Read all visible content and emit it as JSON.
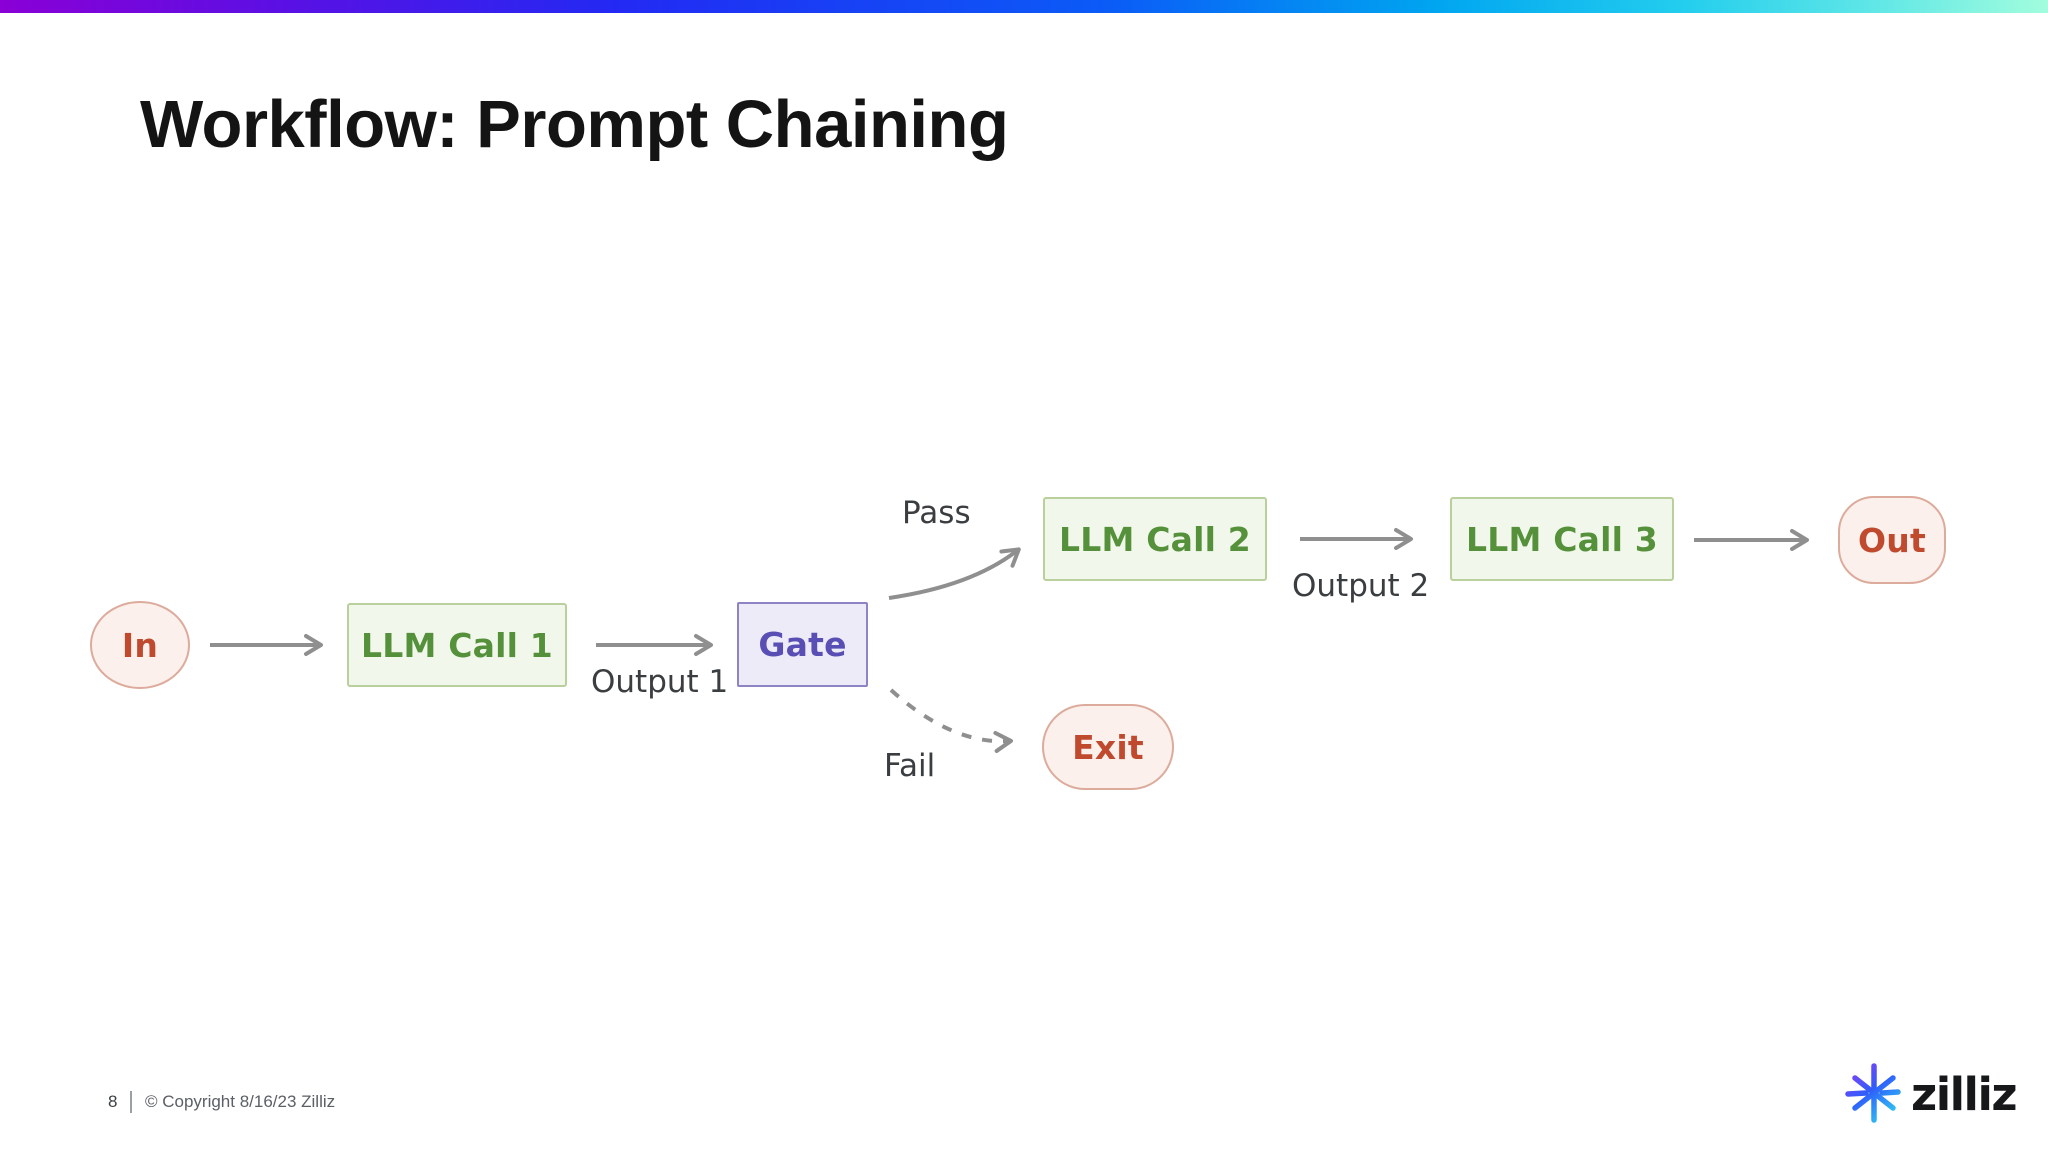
{
  "slide": {
    "title": "Workflow: Prompt Chaining",
    "page_number": "8",
    "copyright": "© Copyright 8/16/23 Zilliz",
    "brand_wordmark": "zilliz"
  },
  "palette": {
    "accent_gradient": [
      "#8a00d6",
      "#2329f3",
      "#0b5bf7",
      "#00a5f0",
      "#22cdee",
      "#a2fddd"
    ],
    "process_fill": "#f1f7eb",
    "process_border": "#b9d09c",
    "process_text": "#55903a",
    "gate_fill": "#edebf8",
    "gate_border": "#8d84c6",
    "gate_text": "#584eb4",
    "terminal_fill": "#fbf0ec",
    "terminal_border": "#dcab9c",
    "terminal_text": "#bf4a2e",
    "arrow": "#8f8f8f",
    "edge_label_text": "#3b3e41"
  },
  "diagram": {
    "nodes": [
      {
        "id": "in",
        "label": "In",
        "shape": "circle",
        "role": "input"
      },
      {
        "id": "llm-call-1",
        "label": "LLM Call 1",
        "shape": "rect",
        "role": "process"
      },
      {
        "id": "gate",
        "label": "Gate",
        "shape": "rect",
        "role": "gate"
      },
      {
        "id": "llm-call-2",
        "label": "LLM Call 2",
        "shape": "rect",
        "role": "process"
      },
      {
        "id": "llm-call-3",
        "label": "LLM Call 3",
        "shape": "rect",
        "role": "process"
      },
      {
        "id": "out",
        "label": "Out",
        "shape": "stadium",
        "role": "output"
      },
      {
        "id": "exit",
        "label": "Exit",
        "shape": "stadium",
        "role": "output"
      }
    ],
    "edges": [
      {
        "from": "In",
        "to": "LLM Call 1",
        "label": "",
        "style": "solid"
      },
      {
        "from": "LLM Call 1",
        "to": "Gate",
        "label": "Output 1",
        "style": "solid"
      },
      {
        "from": "Gate",
        "to": "LLM Call 2",
        "label": "Pass",
        "style": "solid-curved"
      },
      {
        "from": "Gate",
        "to": "Exit",
        "label": "Fail",
        "style": "dashed-curved"
      },
      {
        "from": "LLM Call 2",
        "to": "LLM Call 3",
        "label": "Output 2",
        "style": "solid"
      },
      {
        "from": "LLM Call 3",
        "to": "Out",
        "label": "",
        "style": "solid"
      }
    ]
  }
}
